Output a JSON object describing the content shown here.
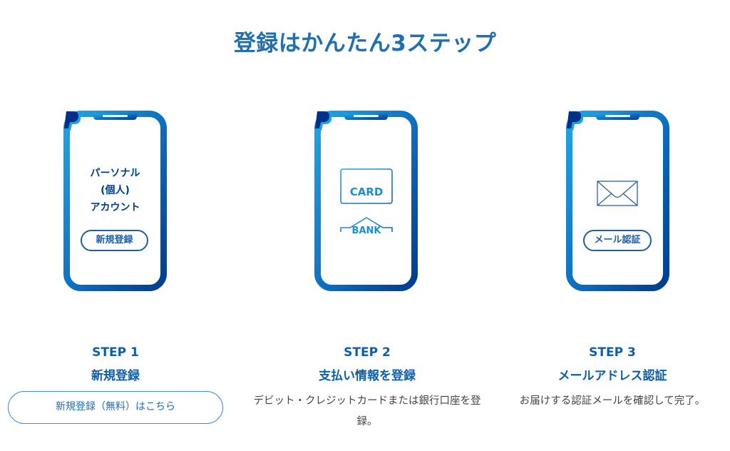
{
  "page": {
    "title": "登録はかんたん3ステップ",
    "accent_color": "#1f6fb2",
    "dark_blue": "#003e8a"
  },
  "steps": [
    {
      "phone": {
        "logo": "paypal-logo",
        "text_lines": [
          "パーソナル",
          "(個人)",
          "アカウント"
        ],
        "button_label": "新規登録"
      },
      "step_label": "STEP 1",
      "step_title": "新規登録",
      "cta_label": "新規登録（無料）はこちら"
    },
    {
      "phone": {
        "logo": "paypal-logo",
        "card_label": "CARD",
        "bank_label": "BANK"
      },
      "step_label": "STEP 2",
      "step_title": "支払い情報を登録",
      "description": "デビット・クレジットカードまたは銀行口座を登録。"
    },
    {
      "phone": {
        "logo": "paypal-logo",
        "icon": "envelope-icon",
        "button_label": "メール認証"
      },
      "step_label": "STEP 3",
      "step_title": "メールアドレス認証",
      "description": "お届けする認証メールを確認して完了。"
    }
  ]
}
